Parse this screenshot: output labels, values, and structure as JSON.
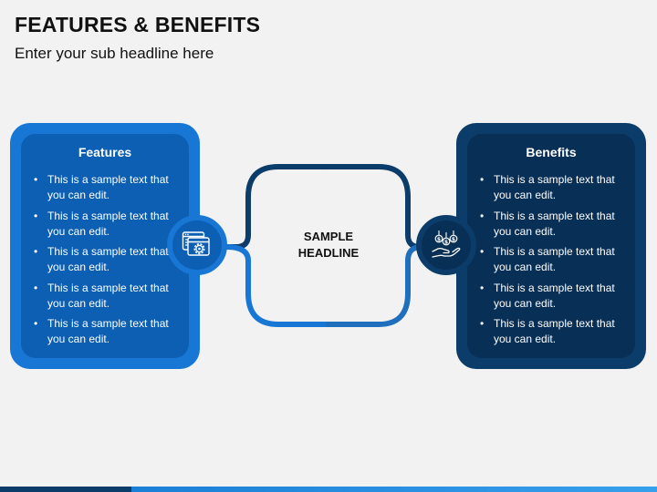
{
  "header": {
    "title": "FEATURES & BENEFITS",
    "subtitle": "Enter your sub headline here"
  },
  "features": {
    "heading": "Features",
    "items": [
      "This is a sample text that you can edit.",
      "This is a sample text that you can edit.",
      "This is a sample text that you can edit.",
      "This is a sample text that you can edit.",
      "This is a sample text that you can edit."
    ]
  },
  "benefits": {
    "heading": "Benefits",
    "items": [
      "This is a sample text that you can edit.",
      "This is a sample text that you can edit.",
      "This is a sample text that you can edit.",
      "This is a sample text that you can edit.",
      "This is a sample text that you can edit."
    ]
  },
  "center": {
    "line1": "SAMPLE",
    "line2": "HEADLINE"
  },
  "icons": {
    "features_icon": "browser-gear-icon",
    "benefits_icon": "hand-money-icon"
  },
  "colors": {
    "features_outer": "#1877d4",
    "features_inner": "#0d5fb4",
    "benefits_outer": "#0b3c6a",
    "benefits_inner": "#082f56"
  }
}
